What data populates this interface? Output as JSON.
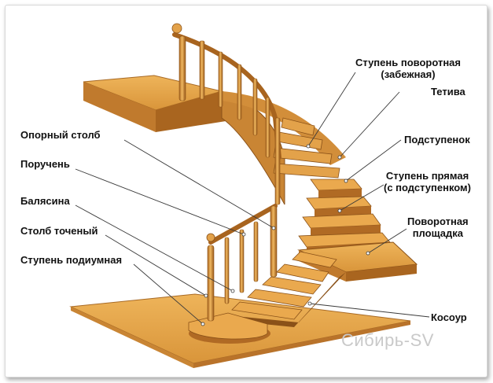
{
  "labels": {
    "winder_step_line1": "Ступень поворотная",
    "winder_step_line2": "(забежная)",
    "stringer": "Тетива",
    "riser": "Подступенок",
    "straight_step_line1": "Ступень прямая",
    "straight_step_line2": "(с подступенком)",
    "landing_line1": "Поворотная",
    "landing_line2": "площадка",
    "kosour": "Косоур",
    "support_post": "Опорный столб",
    "handrail": "Поручень",
    "baluster": "Балясина",
    "turned_post": "Столб точеный",
    "podium_step": "Ступень подиумная"
  },
  "watermark": "Сибирь-SV",
  "colors": {
    "wood_top": "#e8a94a",
    "wood_side": "#b9732a",
    "wood_dark": "#8a5118",
    "leader": "#3a3a3a"
  }
}
